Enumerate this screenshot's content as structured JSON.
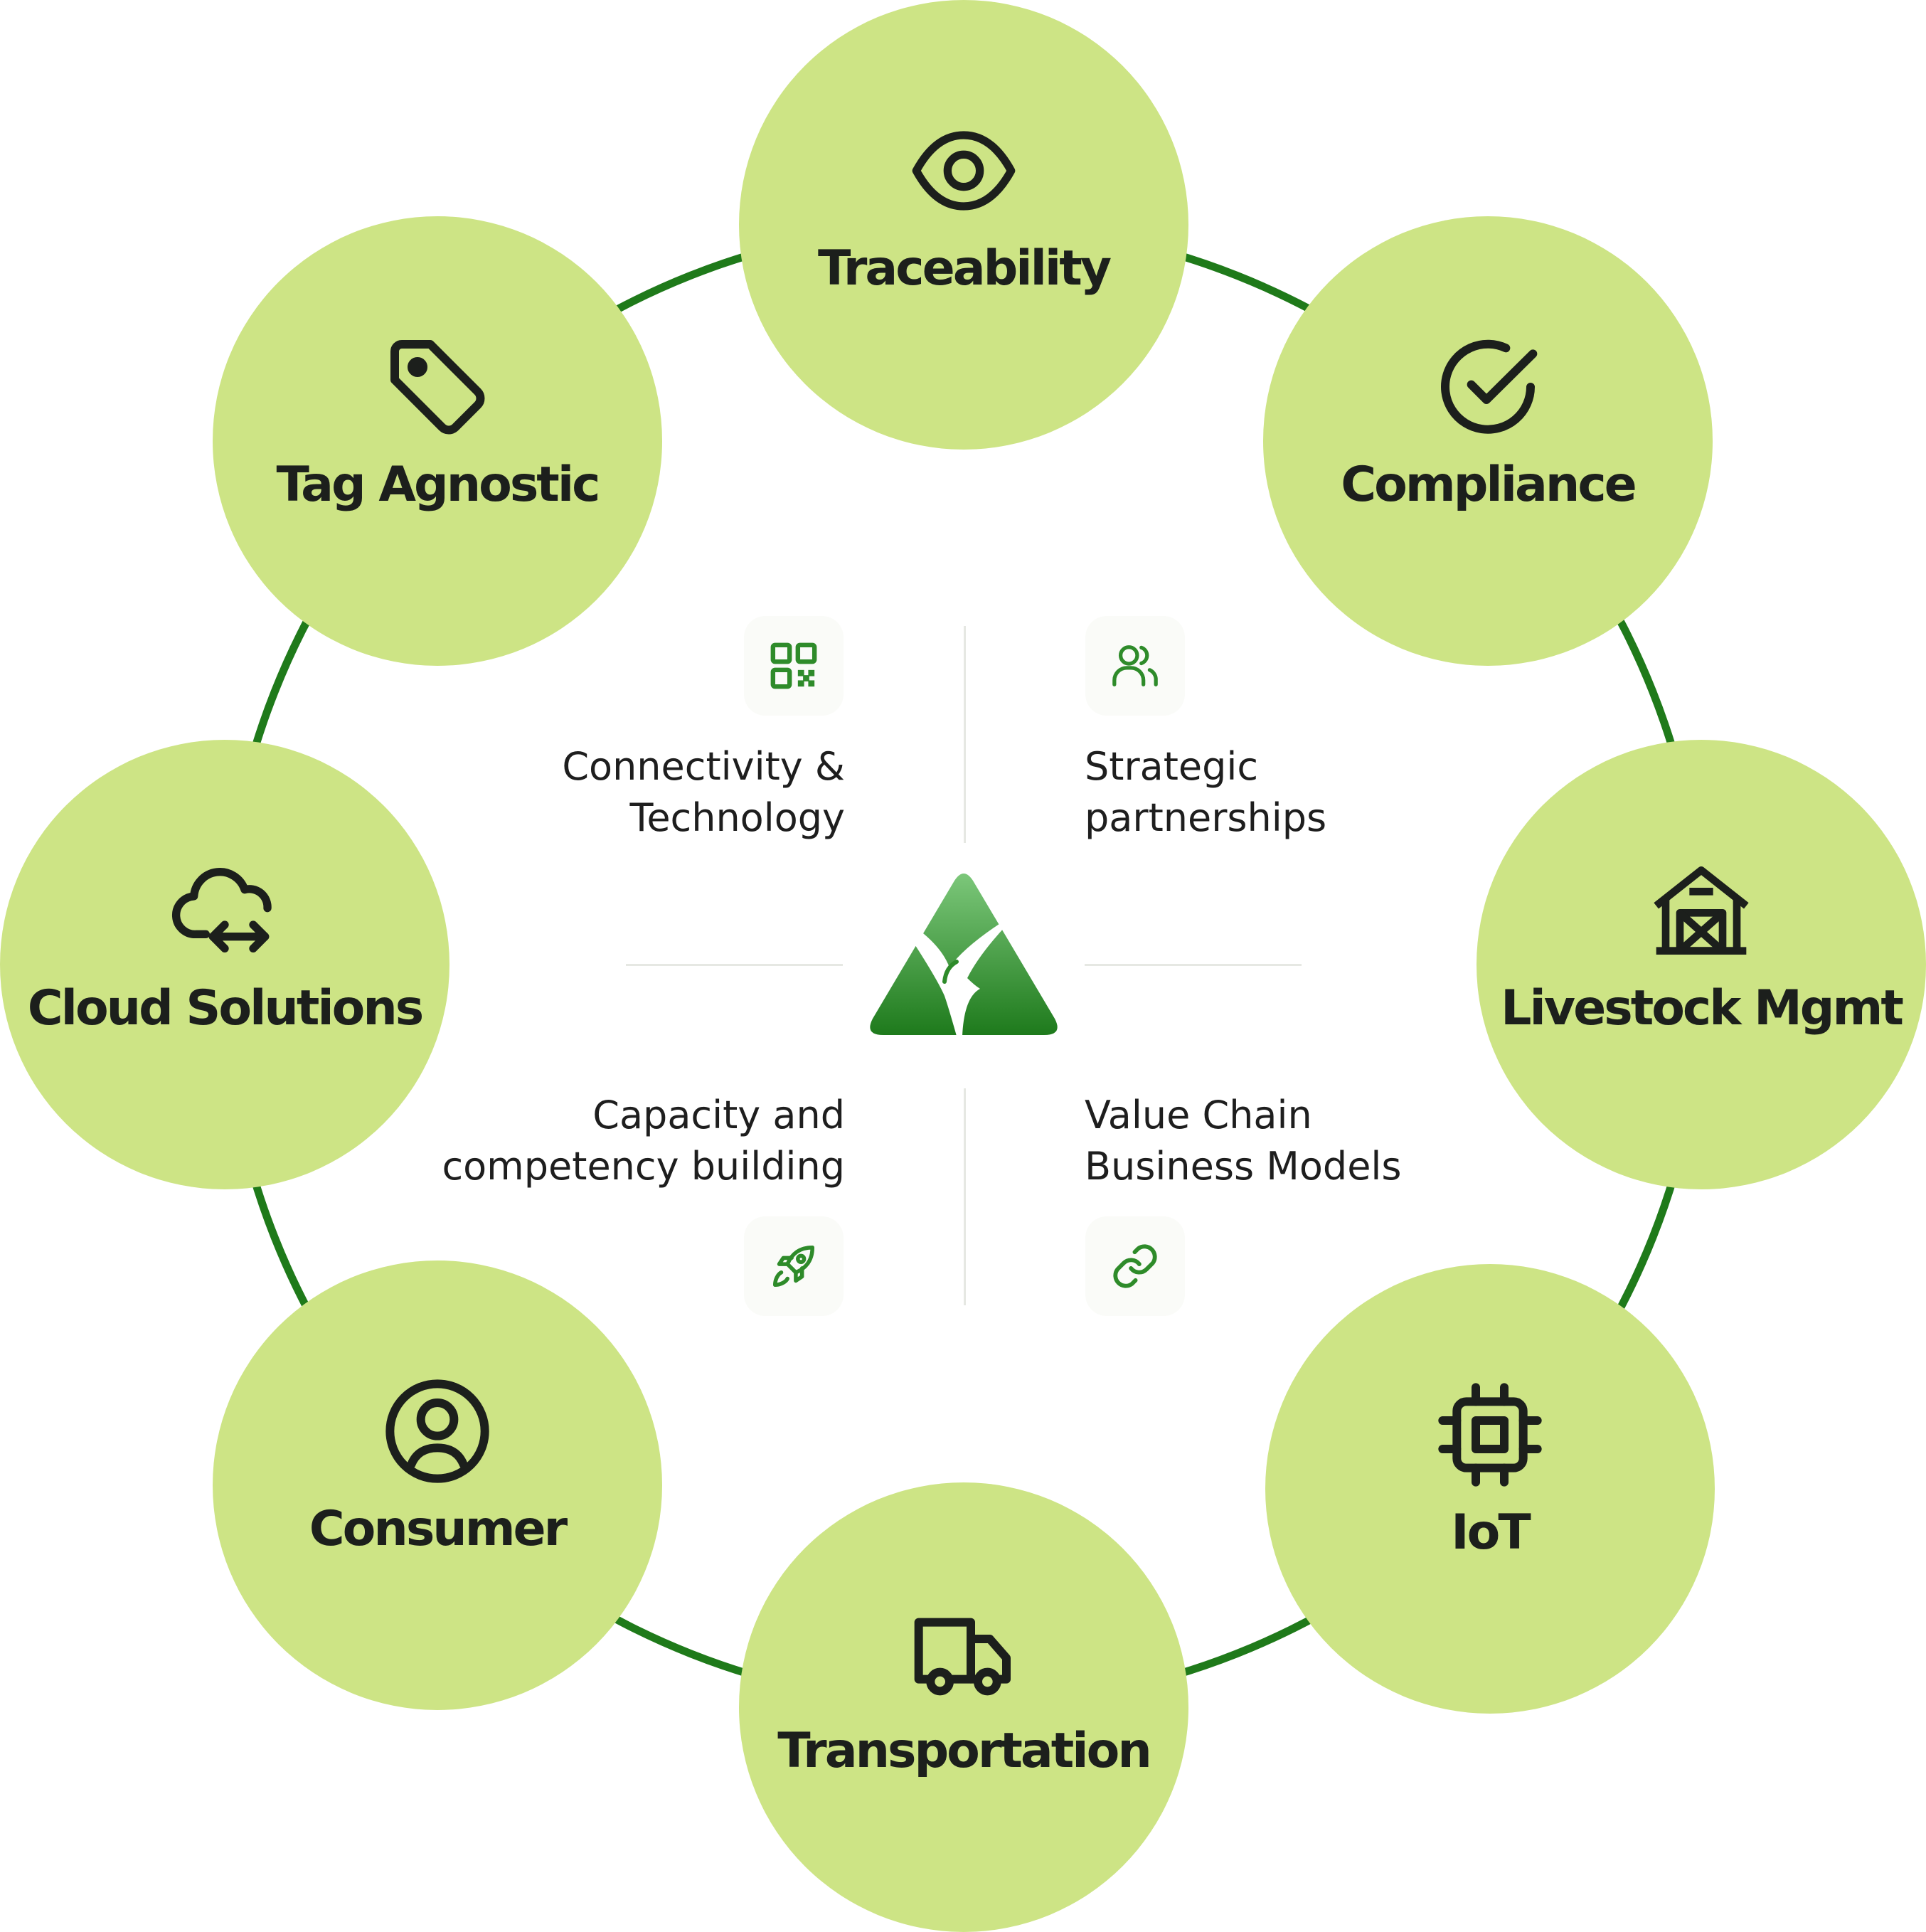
{
  "nodes": [
    {
      "label": "Traceability",
      "icon": "eye-icon"
    },
    {
      "label": "Compliance",
      "icon": "check-circle-icon"
    },
    {
      "label": "Livestock Mgmt",
      "icon": "barn-icon"
    },
    {
      "label": "IoT",
      "icon": "cpu-chip-icon"
    },
    {
      "label": "Transportation",
      "icon": "truck-icon"
    },
    {
      "label": "Consumer",
      "icon": "user-circle-icon"
    },
    {
      "label": "Cloud Solutions",
      "icon": "cloud-sync-icon"
    },
    {
      "label": "Tag Agnostic",
      "icon": "tag-icon"
    }
  ],
  "pillars": [
    {
      "line1": "Connectivity &",
      "line2": "Technology",
      "icon": "qr-code-icon"
    },
    {
      "line1": "Strategic",
      "line2": "partnerships",
      "icon": "users-icon"
    },
    {
      "line1": "Capacity and",
      "line2": "competency building",
      "icon": "rocket-icon"
    },
    {
      "line1": "Value Chain",
      "line2": "Business Models",
      "icon": "link-icon"
    }
  ],
  "colors": {
    "node_fill": "#cde485",
    "ring": "#1f7a1a",
    "accent": "#2e8b2a",
    "text": "#1c1f1c"
  },
  "center": {
    "icon": "company-logo-icon"
  }
}
